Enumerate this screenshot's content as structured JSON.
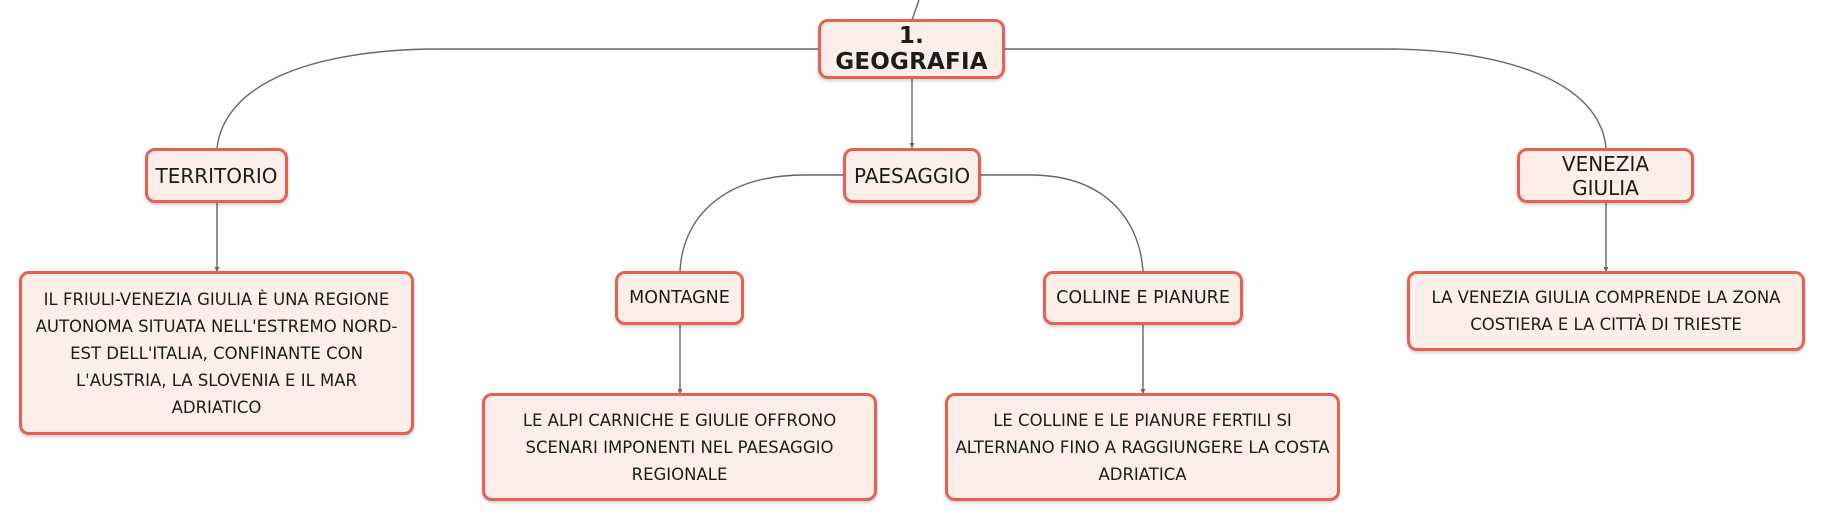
{
  "diagram": {
    "root": {
      "label": "1. GEOGRAFIA"
    },
    "territorio": {
      "label": "TERRITORIO",
      "description": "IL FRIULI-VENEZIA GIULIA È UNA REGIONE AUTONOMA SITUATA NELL'ESTREMO NORD-EST DELL'ITALIA, CONFINANTE CON L'AUSTRIA, LA SLOVENIA E IL MAR ADRIATICO"
    },
    "paesaggio": {
      "label": "PAESAGGIO",
      "montagne": {
        "label": "MONTAGNE",
        "description": "LE ALPI CARNICHE E GIULIE OFFRONO SCENARI IMPONENTI NEL PAESAGGIO REGIONALE"
      },
      "colline": {
        "label": "COLLINE E PIANURE",
        "description": "LE COLLINE E LE PIANURE FERTILI SI ALTERNANO FINO A RAGGIUNGERE LA COSTA ADRIATICA"
      }
    },
    "venezia_giulia": {
      "label": "VENEZIA GIULIA",
      "description": "LA VENEZIA GIULIA COMPRENDE LA ZONA COSTIERA E LA CITTÀ DI TRIESTE"
    }
  },
  "colors": {
    "node_border": "#e8604f",
    "node_fill": "#fdeeea",
    "connector": "#666666",
    "text": "#1c1c1c"
  }
}
